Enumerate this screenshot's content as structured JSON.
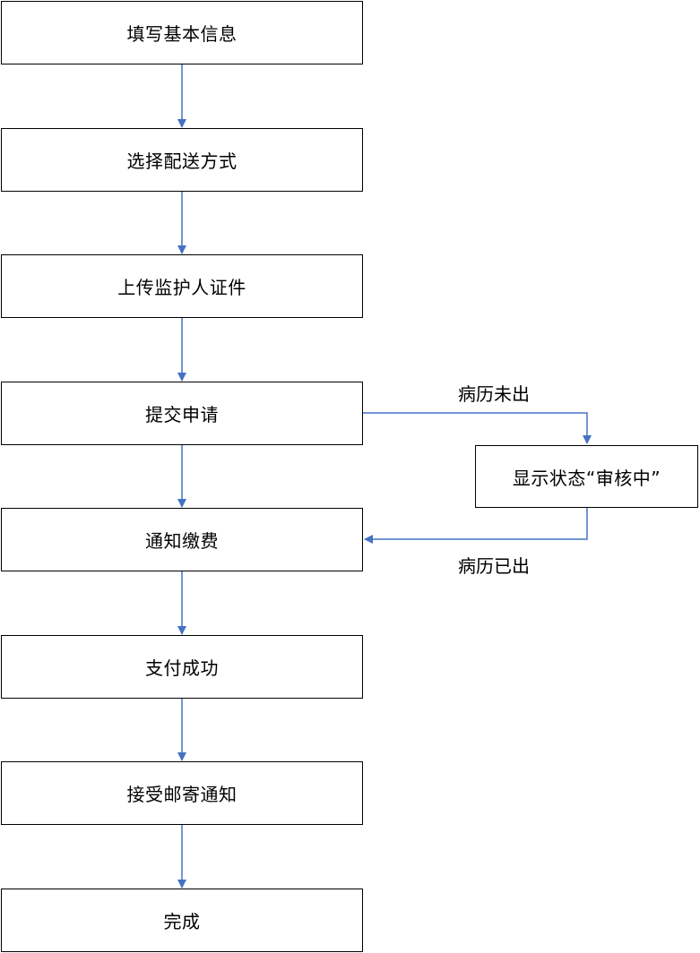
{
  "diagram": {
    "steps": [
      {
        "id": "s1",
        "label": "填写基本信息"
      },
      {
        "id": "s2",
        "label": "选择配送方式"
      },
      {
        "id": "s3",
        "label": "上传监护人证件"
      },
      {
        "id": "s4",
        "label": "提交申请"
      },
      {
        "id": "s5",
        "label": "通知缴费"
      },
      {
        "id": "s6",
        "label": "支付成功"
      },
      {
        "id": "s7",
        "label": "接受邮寄通知"
      },
      {
        "id": "s8",
        "label": "完成"
      }
    ],
    "branch_node": {
      "id": "b1",
      "label": "显示状态“审核中”"
    },
    "edge_labels": {
      "to_branch": "病历未出",
      "from_branch": "病历已出"
    },
    "colors": {
      "arrow": "#4472C4",
      "border": "#000000",
      "text": "#000000"
    }
  }
}
